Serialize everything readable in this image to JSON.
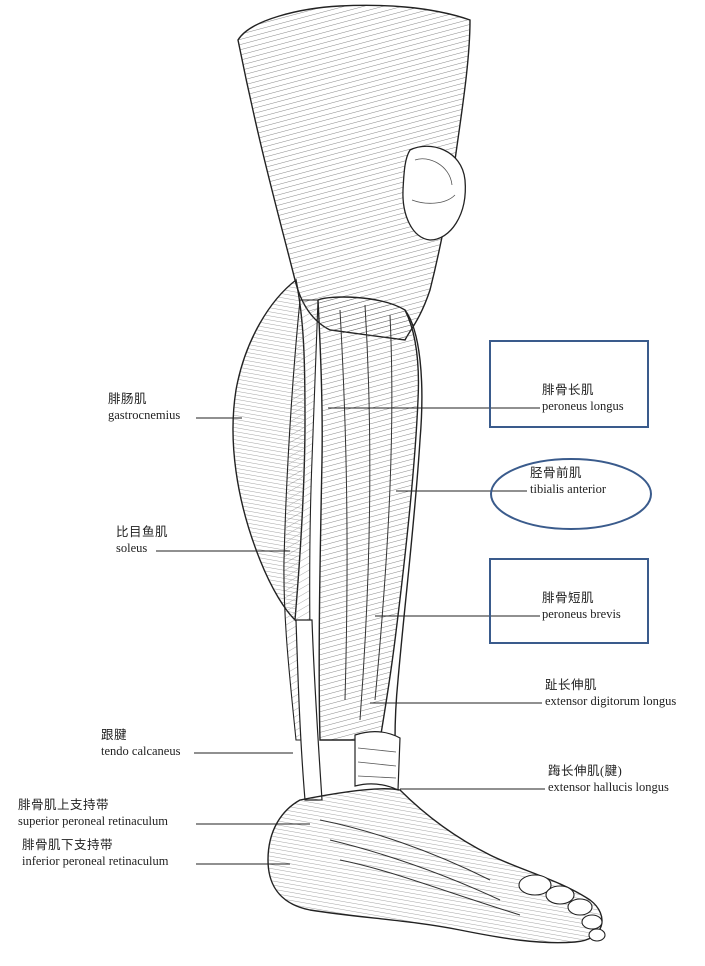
{
  "labels": {
    "gastrocnemius": {
      "zh": "腓肠肌",
      "en": "gastrocnemius"
    },
    "soleus": {
      "zh": "比目鱼肌",
      "en": "soleus"
    },
    "tendo_calcaneus": {
      "zh": "跟腱",
      "en": "tendo calcaneus"
    },
    "superior_peroneal_retinaculum": {
      "zh": "腓骨肌上支持带",
      "en": "superior peroneal retinaculum"
    },
    "inferior_peroneal_retinaculum": {
      "zh": "腓骨肌下支持带",
      "en": "inferior peroneal retinaculum"
    },
    "peroneus_longus": {
      "zh": "腓骨长肌",
      "en": "peroneus longus"
    },
    "tibialis_anterior": {
      "zh": "胫骨前肌",
      "en": "tibialis anterior"
    },
    "peroneus_brevis": {
      "zh": "腓骨短肌",
      "en": "peroneus brevis"
    },
    "extensor_digitorum_longus": {
      "zh": "趾长伸肌",
      "en": "extensor digitorum longus"
    },
    "extensor_hallucis_longus": {
      "zh": "踇长伸肌(腱)",
      "en": "extensor hallucis longus"
    }
  },
  "colors": {
    "highlight": "#3a5b8c",
    "ink": "#222222"
  }
}
